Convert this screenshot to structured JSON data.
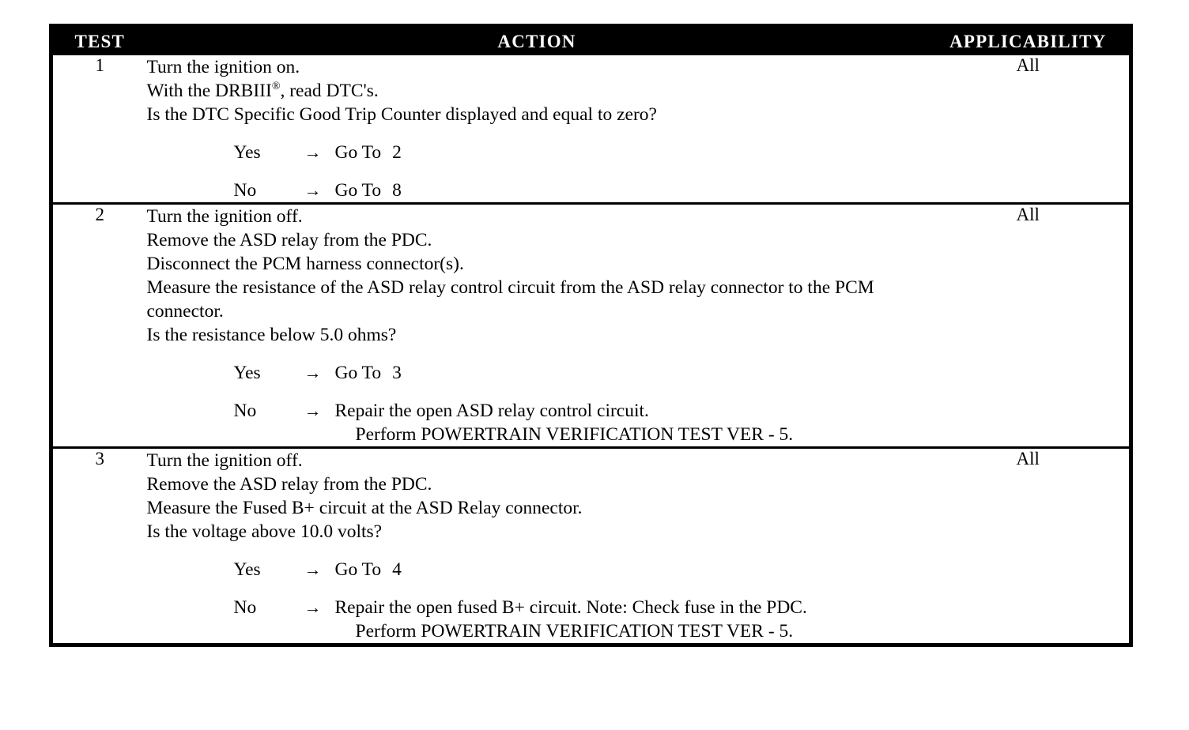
{
  "table": {
    "headers": {
      "test": "TEST",
      "action": "ACTION",
      "applicability": "APPLICABILITY"
    },
    "rows": [
      {
        "test": "1",
        "applicability": "All",
        "steps": [
          "Turn the ignition on.",
          "With the DRBIII",
          "Is the DTC Specific Good Trip Counter displayed and equal to zero?"
        ],
        "step2_suffix": ", read DTC's.",
        "branches": [
          {
            "label": "Yes",
            "arrow": "→",
            "lines": [
              "Go To"
            ],
            "goto": "2"
          },
          {
            "label": "No",
            "arrow": "→",
            "lines": [
              "Go To"
            ],
            "goto": "8"
          }
        ]
      },
      {
        "test": "2",
        "applicability": "All",
        "steps": [
          "Turn the ignition off.",
          "Remove the ASD relay from the PDC.",
          "Disconnect the PCM harness connector(s).",
          "Measure the resistance of the ASD relay control circuit from the ASD relay connector to the PCM connector.",
          "Is the resistance below 5.0 ohms?"
        ],
        "branches": [
          {
            "label": "Yes",
            "arrow": "→",
            "lines": [
              "Go To"
            ],
            "goto": "3"
          },
          {
            "label": "No",
            "arrow": "→",
            "lines": [
              "Repair the open ASD relay control circuit.",
              "Perform POWERTRAIN VERIFICATION TEST VER - 5."
            ],
            "goto": ""
          }
        ]
      },
      {
        "test": "3",
        "applicability": "All",
        "steps": [
          "Turn the ignition off.",
          "Remove the ASD relay from the PDC.",
          "Measure the Fused B+ circuit at the ASD Relay connector.",
          "Is the voltage above 10.0 volts?"
        ],
        "branches": [
          {
            "label": "Yes",
            "arrow": "→",
            "lines": [
              "Go To"
            ],
            "goto": "4"
          },
          {
            "label": "No",
            "arrow": "→",
            "lines": [
              "Repair the open fused B+ circuit. Note: Check fuse in the PDC.",
              "Perform POWERTRAIN VERIFICATION TEST VER - 5."
            ],
            "goto": ""
          }
        ]
      }
    ]
  }
}
